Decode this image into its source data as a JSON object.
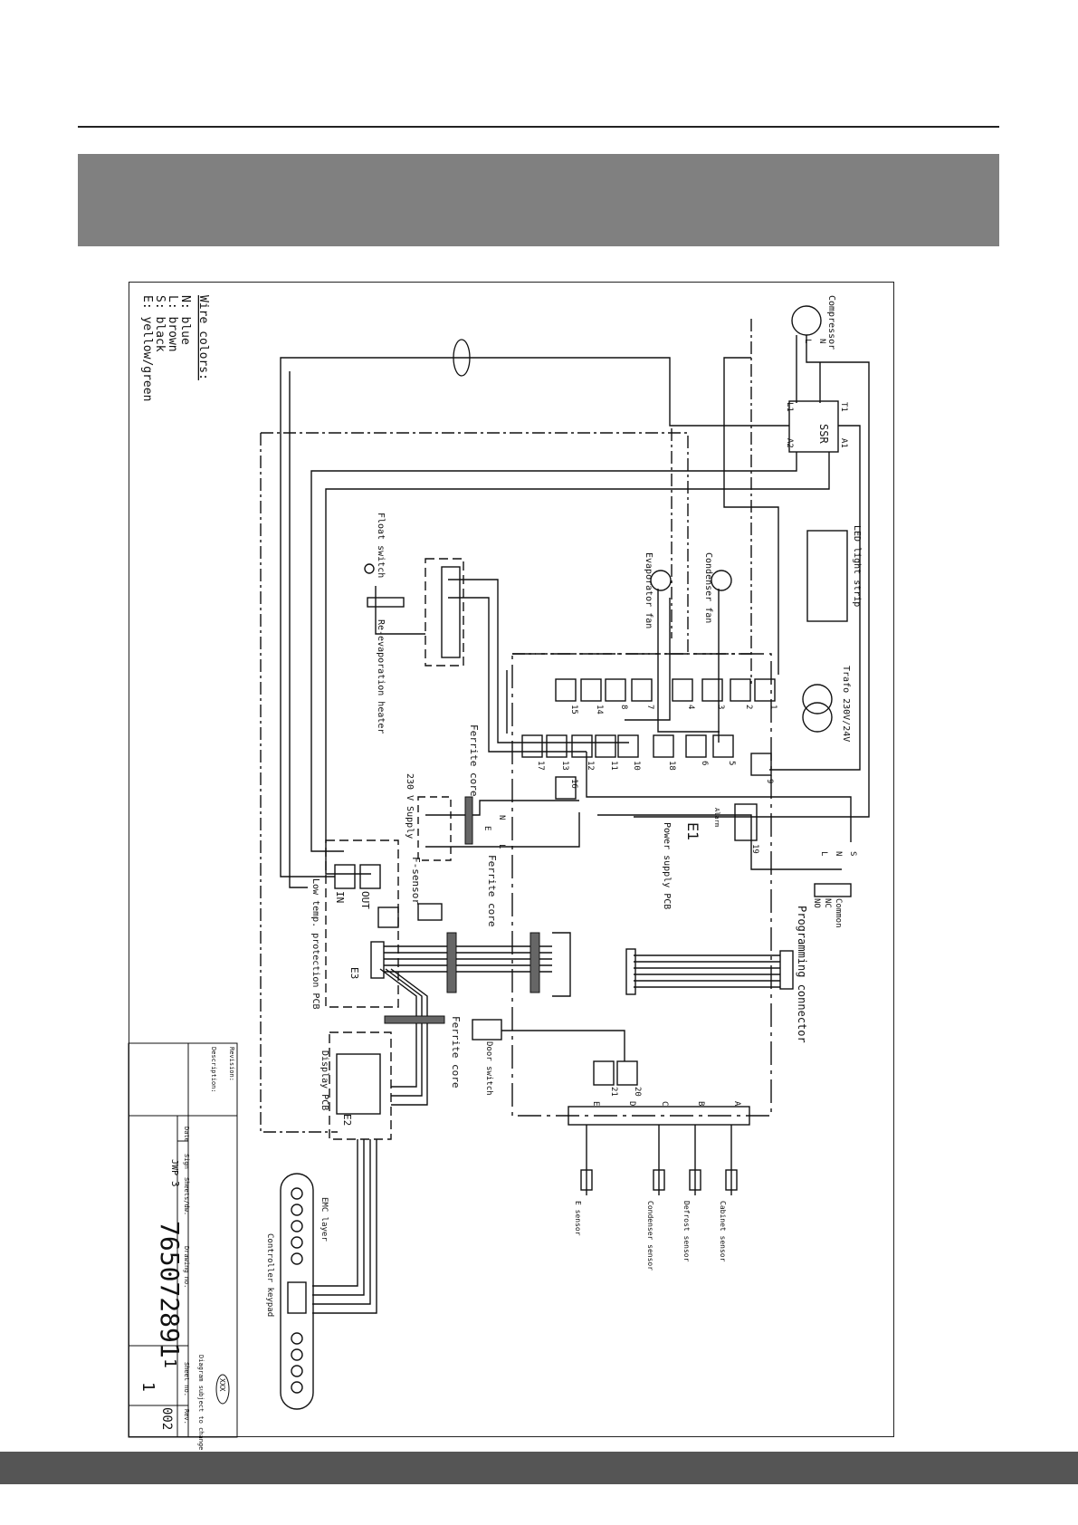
{
  "wire_colors": {
    "title": "Wire colors:",
    "lines": [
      "N: blue",
      "L: brown",
      "S: black",
      "E: yellow/green"
    ]
  },
  "components": {
    "compressor": "Compressor",
    "ssr": "SSR",
    "led_strip": "LED light strip",
    "condenser_fan": "Condenser fan",
    "evaporator_fan": "Evaporator fan",
    "float_switch": "Float switch",
    "reevap_heater": "Re-evaporation heater",
    "trafo": "Trafo 230V/24V",
    "ferrite_core": "Ferrite core",
    "supply": "230 V Supply",
    "f_sensor": "F-sensor",
    "e1": "E1",
    "power_pcb": "Power supply PCB",
    "programming": "Programming connector",
    "low_temp_pcb": "Low temp. protection PCB",
    "e3": "E3",
    "display_pcb": "Display PCB",
    "e2": "E2",
    "door_switch": "Door switch",
    "emc_layer": "EMC layer",
    "keypad": "Controller keypad",
    "cabinet_sensor": "Cabinet sensor",
    "defrost_sensor": "Defrost sensor",
    "condenser_sensor": "Condenser sensor",
    "e_sensor": "E sensor",
    "alarm": "Alarm",
    "in_label": "IN",
    "out_label": "OUT"
  },
  "relay_pins": {
    "common": "Common",
    "nc": "NC",
    "no": "NO"
  },
  "terminals": {
    "row1": [
      "1",
      "2",
      "3",
      "4",
      "7",
      "8",
      "14",
      "15"
    ],
    "row2": [
      "9",
      "5",
      "6",
      "18",
      "10",
      "11",
      "12",
      "13",
      "17",
      "16",
      "19",
      "20",
      "21"
    ],
    "sensor_letters": [
      "A",
      "B",
      "C",
      "D",
      "E"
    ],
    "ssr_pins": [
      "T1",
      "A1",
      "L1",
      "A2"
    ],
    "compressor_pins": [
      "N",
      "L"
    ],
    "supply_pins": [
      "N",
      "E",
      "L"
    ],
    "alarm_pins": [
      "S",
      "N",
      "L"
    ]
  },
  "title_block": {
    "revision": "Revision:",
    "description": "Description:",
    "date": "Date",
    "sign": "Sign",
    "sign_value": "JWP",
    "sheets": "Sheets/dw.",
    "sheets_value": "3",
    "drawing_no_label": "Drawing no.",
    "drawing_no": "765072891",
    "sheet_no": "Sheet no.",
    "sheet_value": "1",
    "sheet_of": "1",
    "rev_label": "Rev.",
    "rev": "002",
    "logo": "XXX",
    "notice": "Diagram subject to change"
  }
}
